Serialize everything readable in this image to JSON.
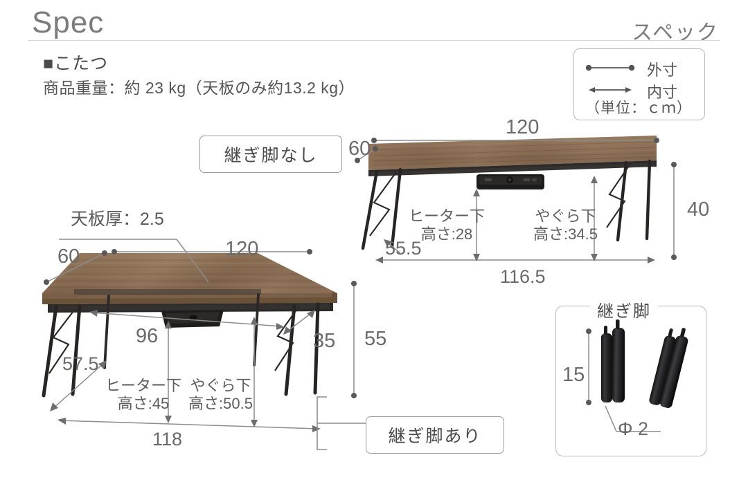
{
  "header": {
    "title_en": "Spec",
    "title_jp": "スペック"
  },
  "product": {
    "heading": "■こたつ",
    "weight": "商品重量：約 23 kg（天板のみ約13.2 kg）"
  },
  "legend": {
    "outer_label": "外寸",
    "inner_label": "内寸",
    "unit_note": "（単位：ｃｍ）"
  },
  "callouts": {
    "without_extension": "継ぎ脚なし",
    "with_extension": "継ぎ脚あり"
  },
  "upper_table": {
    "width": "120",
    "depth": "60",
    "height": "40",
    "diagonal": "55.5",
    "inner_width": "116.5",
    "heater_label": "ヒーター下",
    "heater_value": "高さ:28",
    "yagura_label": "やぐら下",
    "yagura_value": "高さ:34.5"
  },
  "lower_table": {
    "top_thickness": "天板厚：2.5",
    "width": "120",
    "depth": "60",
    "height": "55",
    "diagonal": "57.5",
    "inner_width": "118",
    "inner_span": "96",
    "leg_inset": "35",
    "heater_label": "ヒーター下",
    "heater_value": "高さ:45",
    "yagura_label": "やぐら下",
    "yagura_value": "高さ:50.5"
  },
  "extension_box": {
    "title": "継ぎ脚",
    "height": "15",
    "diameter": "Φ 2"
  },
  "colors": {
    "wood_light": "#a6876a",
    "wood_mid": "#8a7059",
    "wood_dark": "#6e5743",
    "frame_dark": "#2e2c2b",
    "leg_black": "#252525",
    "dim_line": "#8c8c8c",
    "text_gray": "#6a6a6a",
    "rule_gray": "#d8d8d8"
  }
}
